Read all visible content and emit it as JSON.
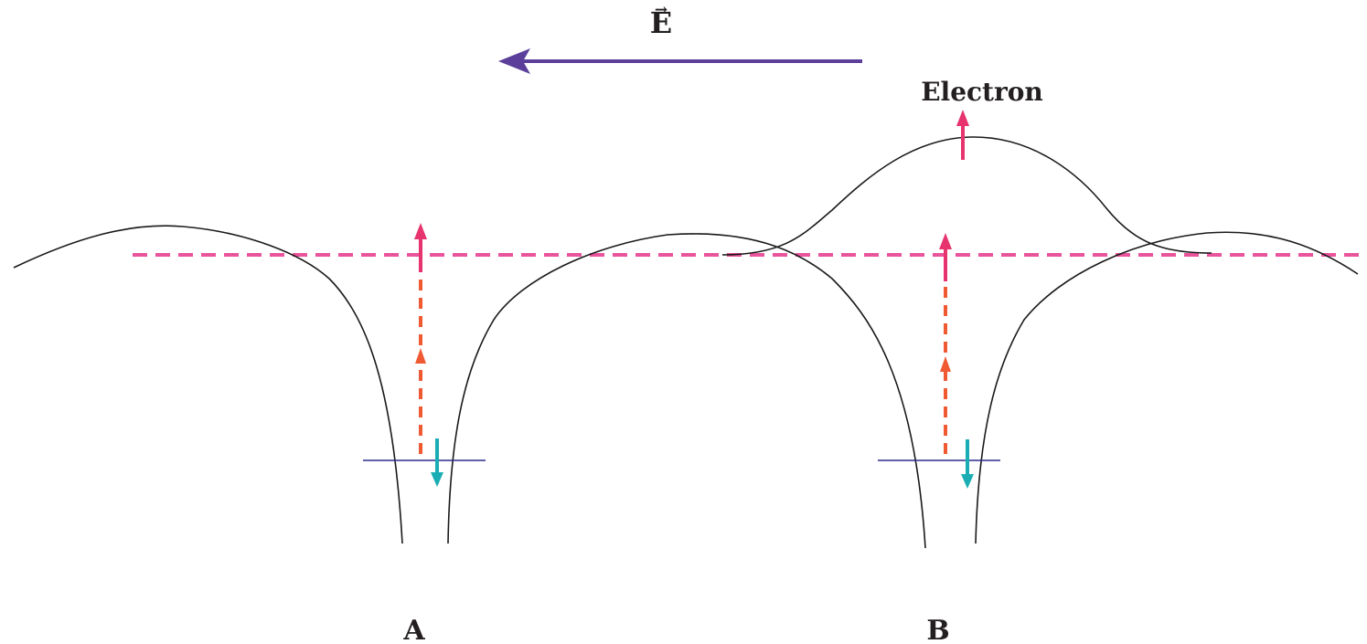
{
  "field": {
    "symbol": "E",
    "arrow_accent": "→",
    "direction": "left"
  },
  "labels": {
    "site_a": "A",
    "site_b": "B",
    "electron": "Electron"
  },
  "colors": {
    "field_arrow": "#5b3f9a",
    "fermi_level": "#e9549c",
    "spin_up": "#e7336e",
    "transition": "#ef5a32",
    "spin_down": "#1aaeb4",
    "bound_level": "#2b2b8c",
    "potential": "#1a1a1a"
  },
  "icons": {
    "field_arrow": "arrow-left-icon",
    "spin_up": "arrow-up-icon",
    "spin_down": "arrow-down-icon"
  }
}
